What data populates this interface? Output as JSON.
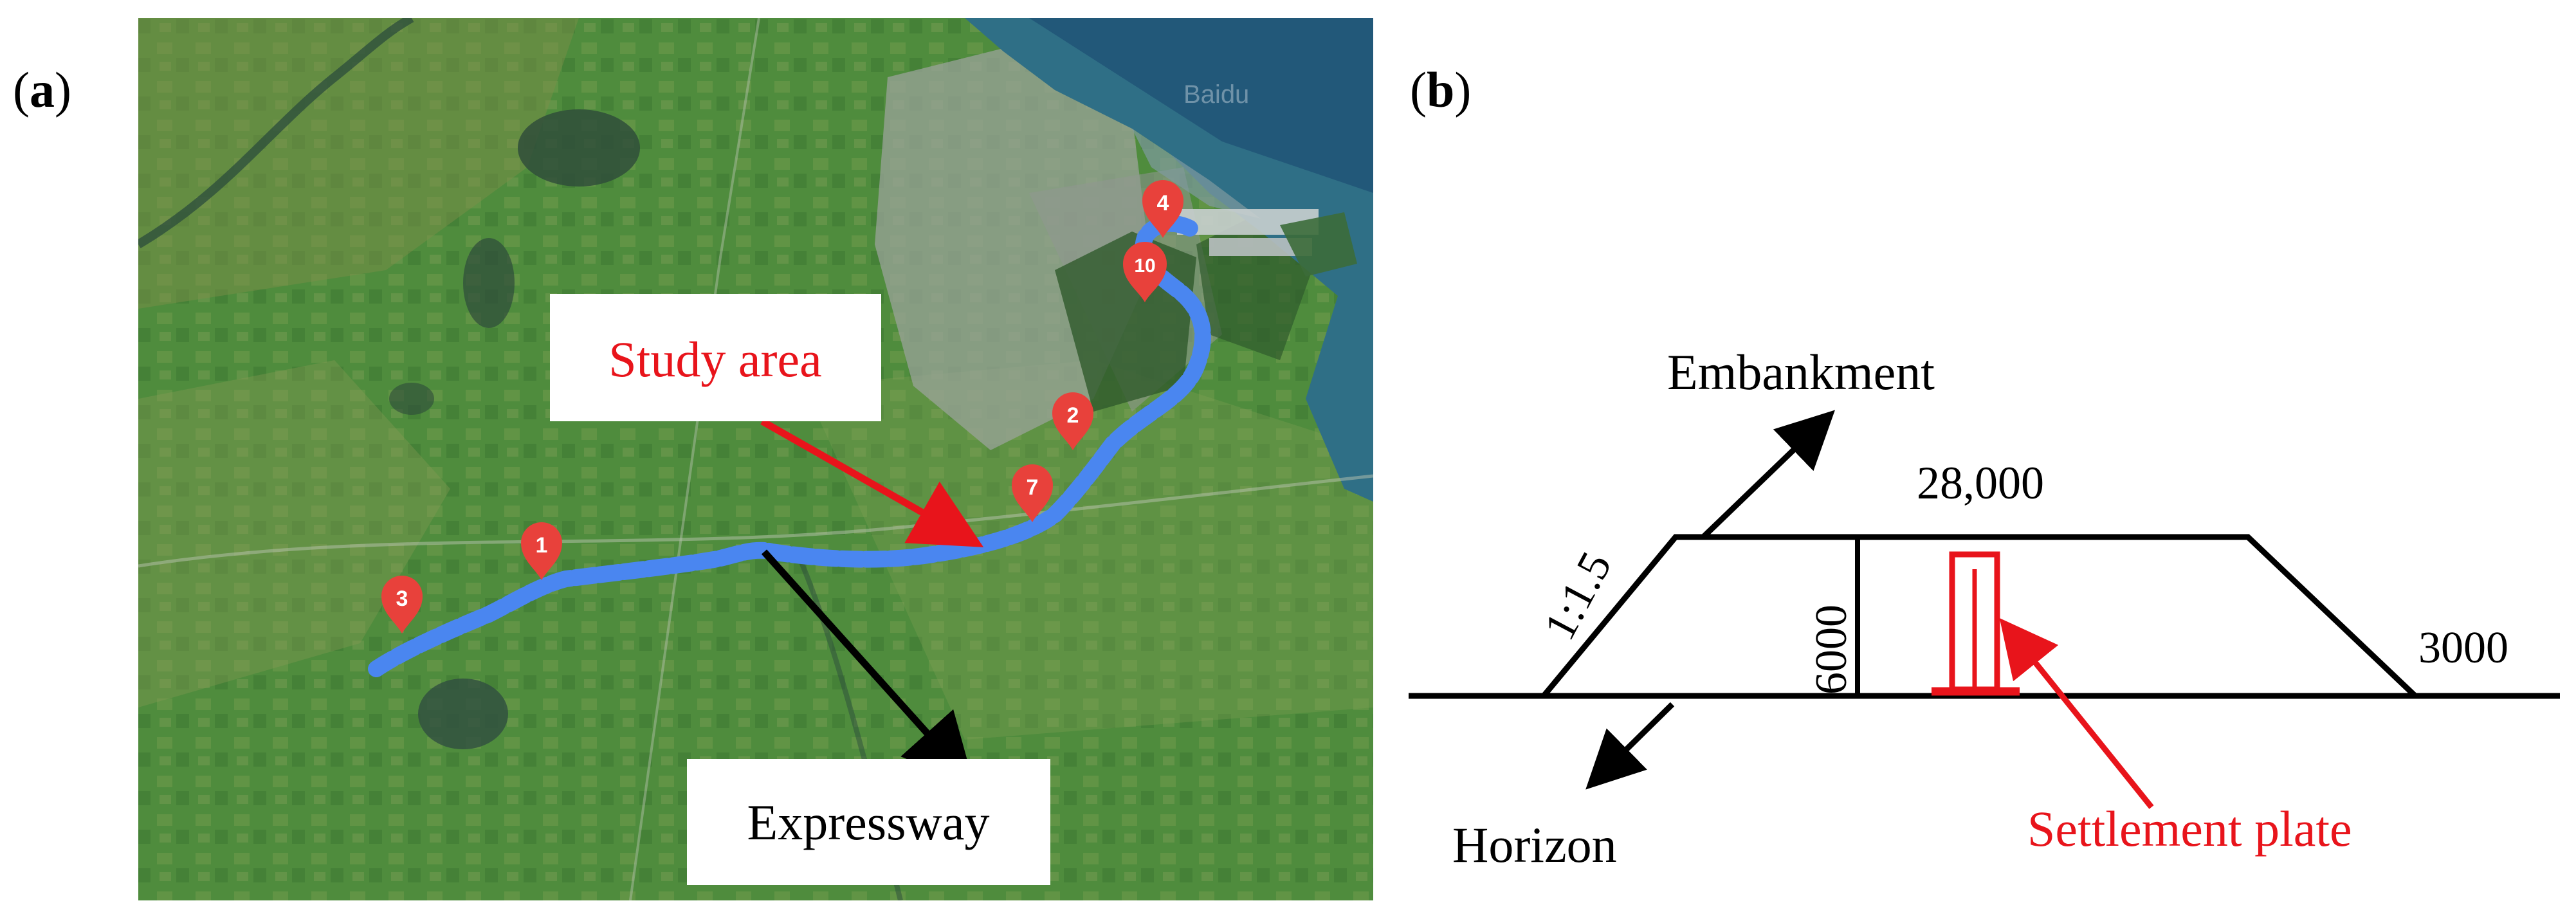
{
  "panel_a": {
    "label_open": "(",
    "label_letter": "a",
    "label_close": ")",
    "watermark": "Baidu",
    "callout_study_area": "Study area",
    "callout_expressway": "Expressway",
    "markers": [
      "3",
      "1",
      "7",
      "2",
      "10",
      "4"
    ]
  },
  "panel_b": {
    "label_open": "(",
    "label_letter": "b",
    "label_close": ")",
    "embankment_label": "Embankment",
    "top_width": "28,000",
    "slope_ratio": "1:1.5",
    "height": "6000",
    "right_value": "3000",
    "horizon_label": "Horizon",
    "settlement_label": "Settlement plate"
  },
  "colors": {
    "callout_red": "#e8141b",
    "route_blue": "#4a86f0",
    "marker_red": "#e8413b",
    "map_land": "#4e8a3c",
    "map_sea": "#2f6f86"
  }
}
